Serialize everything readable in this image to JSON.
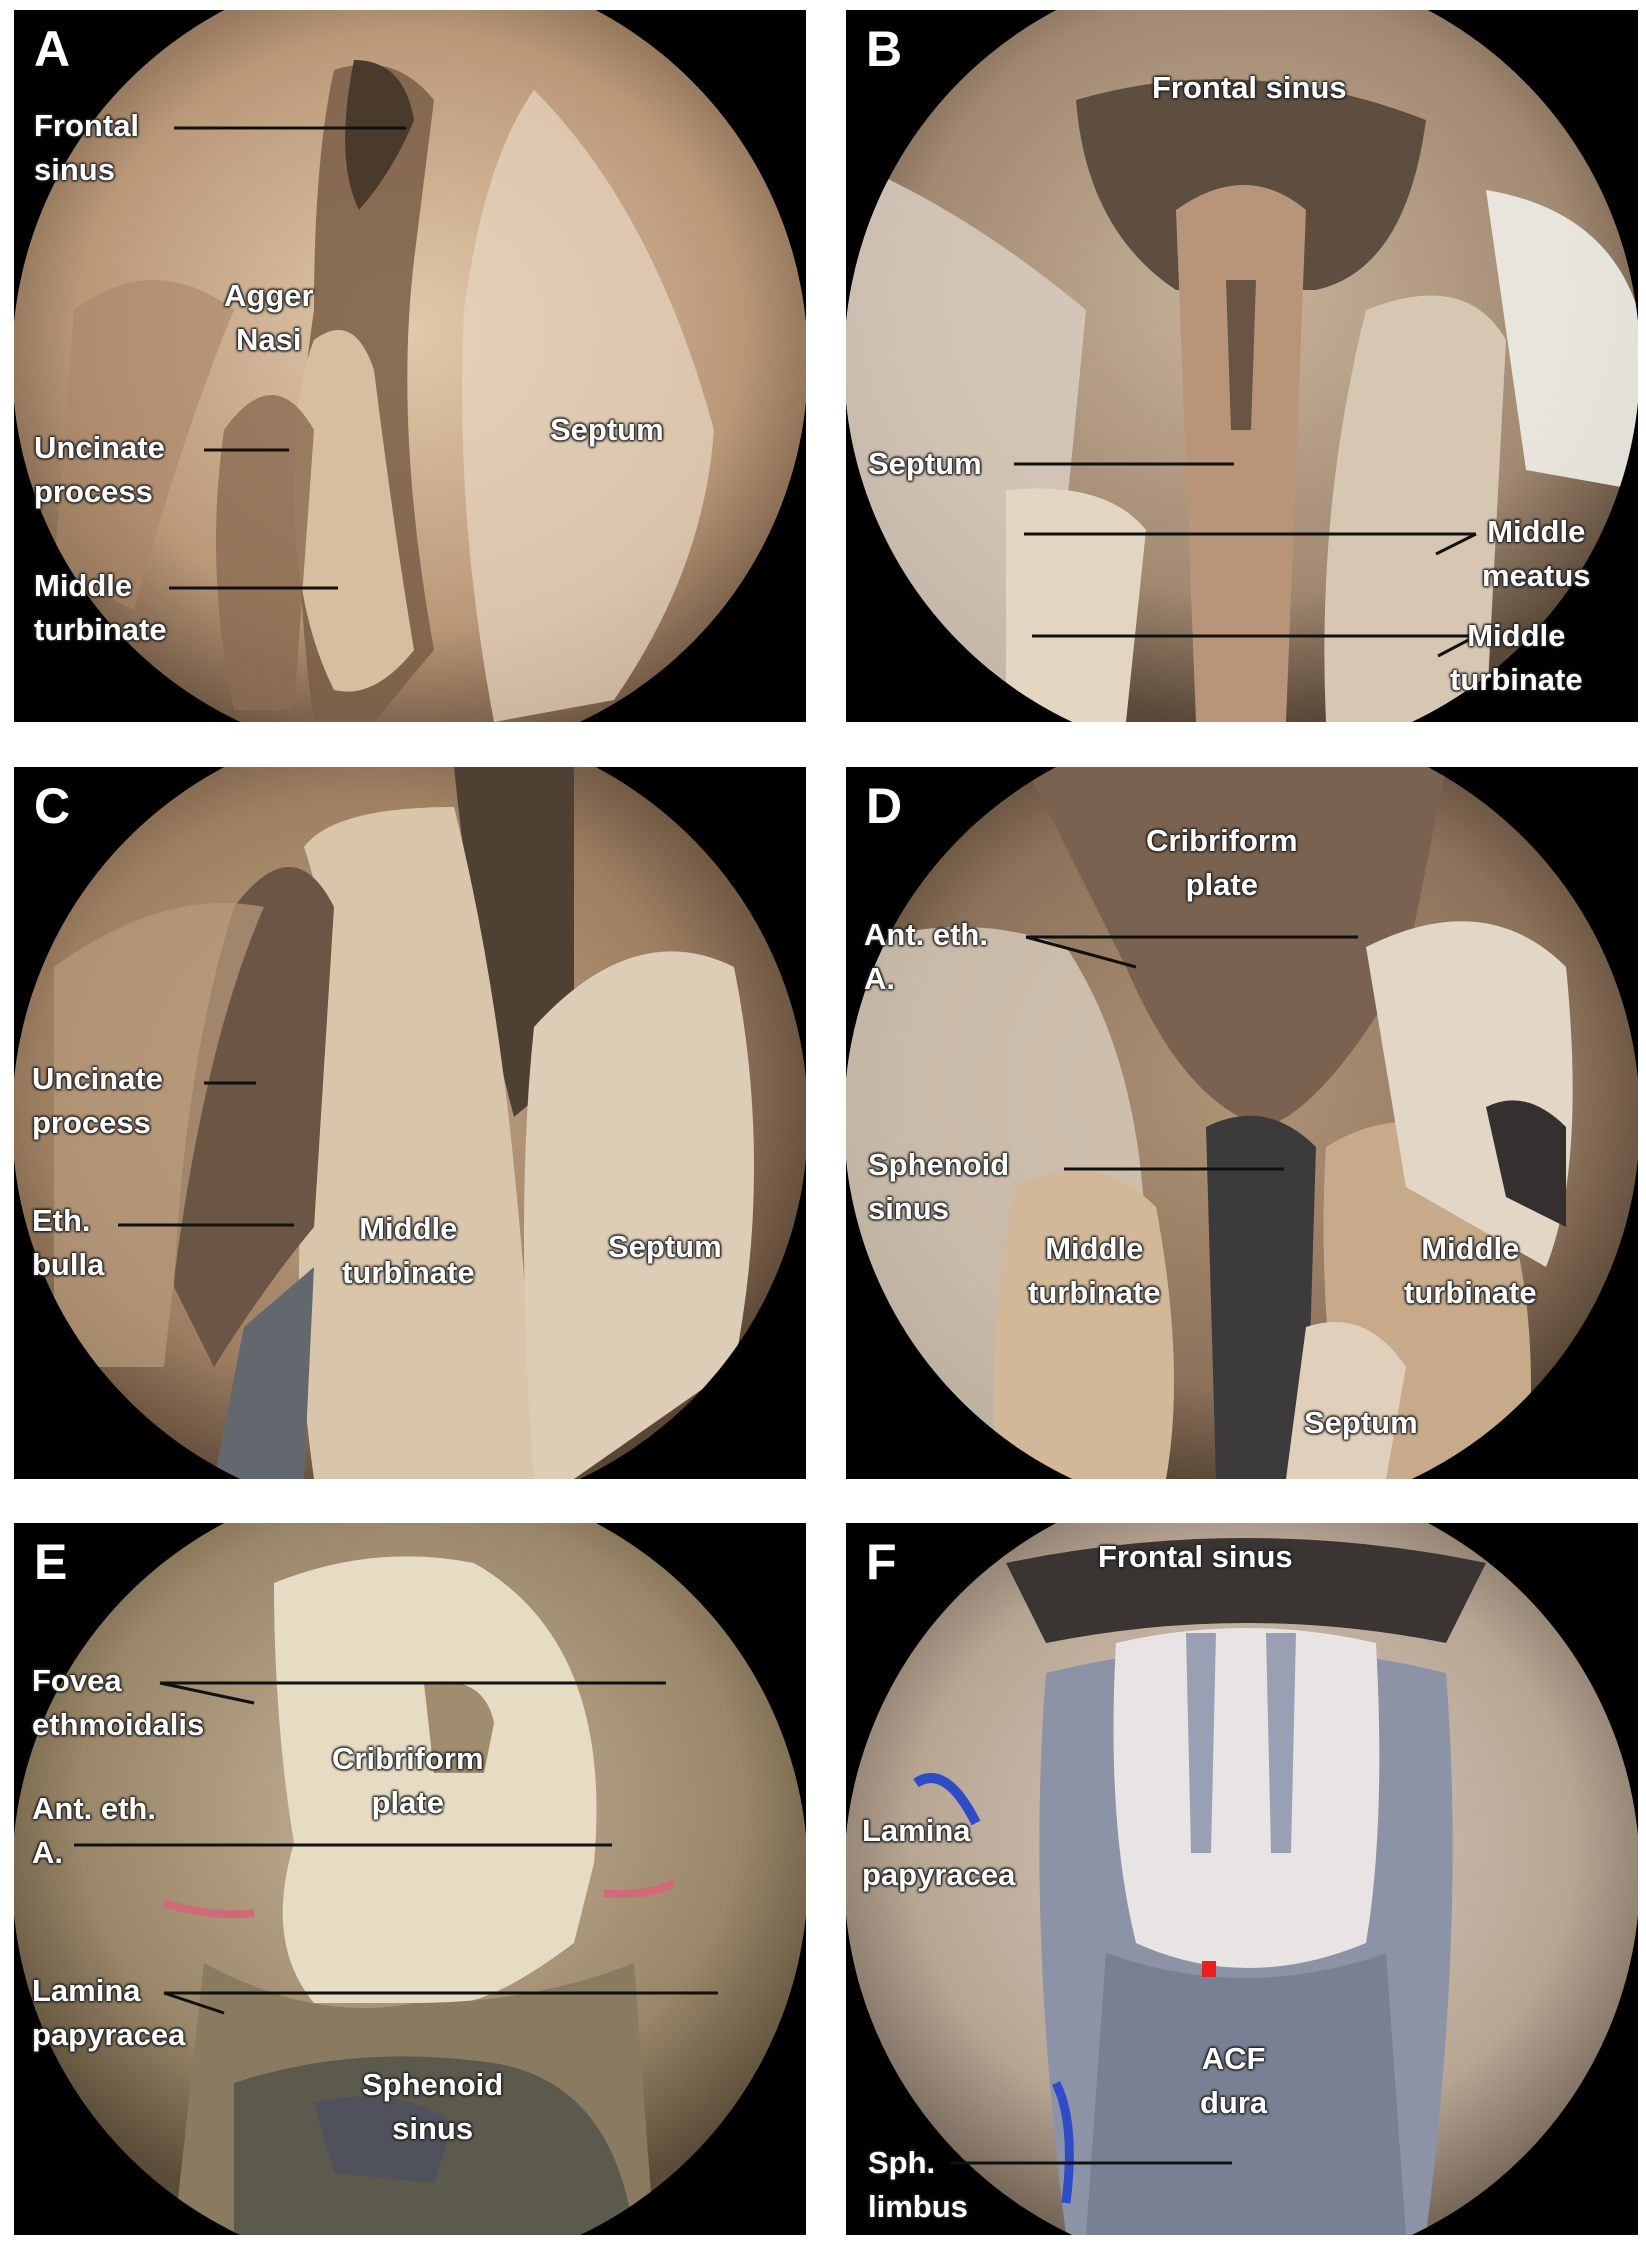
{
  "panels": {
    "A": {
      "letter": "A",
      "labels": {
        "frontal_sinus": [
          "Frontal",
          "sinus"
        ],
        "agger_nasi": [
          "Agger",
          "Nasi"
        ],
        "septum": "Septum",
        "uncinate_process": [
          "Uncinate",
          "process"
        ],
        "middle_turbinate": [
          "Middle",
          "turbinate"
        ]
      }
    },
    "B": {
      "letter": "B",
      "labels": {
        "frontal_sinus": "Frontal sinus",
        "septum": "Septum",
        "middle_meatus": [
          "Middle",
          "meatus"
        ],
        "middle_turbinate": [
          "Middle",
          "turbinate"
        ]
      }
    },
    "C": {
      "letter": "C",
      "labels": {
        "uncinate_process": [
          "Uncinate",
          "process"
        ],
        "eth_bulla": [
          "Eth.",
          "bulla"
        ],
        "middle_turbinate": [
          "Middle",
          "turbinate"
        ],
        "septum": "Septum"
      }
    },
    "D": {
      "letter": "D",
      "labels": {
        "cribriform_plate": [
          "Cribriform",
          "plate"
        ],
        "ant_eth_a": [
          "Ant. eth.",
          "A."
        ],
        "sphenoid_sinus": [
          "Sphenoid",
          "sinus"
        ],
        "middle_turbinate_left": [
          "Middle",
          "turbinate"
        ],
        "middle_turbinate_right": [
          "Middle",
          "turbinate"
        ],
        "septum": "Septum"
      }
    },
    "E": {
      "letter": "E",
      "labels": {
        "fovea_ethmoidalis": [
          "Fovea",
          "ethmoidalis"
        ],
        "cribriform_plate": [
          "Cribriform",
          "plate"
        ],
        "ant_eth_a": [
          "Ant. eth.",
          "A."
        ],
        "lamina_papyracea": [
          "Lamina",
          "papyracea"
        ],
        "sphenoid_sinus": [
          "Sphenoid",
          "sinus"
        ]
      }
    },
    "F": {
      "letter": "F",
      "labels": {
        "frontal_sinus": "Frontal sinus",
        "lamina_papyracea": [
          "Lamina",
          "papyracea"
        ],
        "acf_dura": [
          "ACF",
          "dura"
        ],
        "sph_limbus": [
          "Sph.",
          "limbus"
        ]
      }
    }
  },
  "colors": {
    "label_text": "#ffffff",
    "leader_line": "#111111",
    "panel_background": "#000000"
  }
}
